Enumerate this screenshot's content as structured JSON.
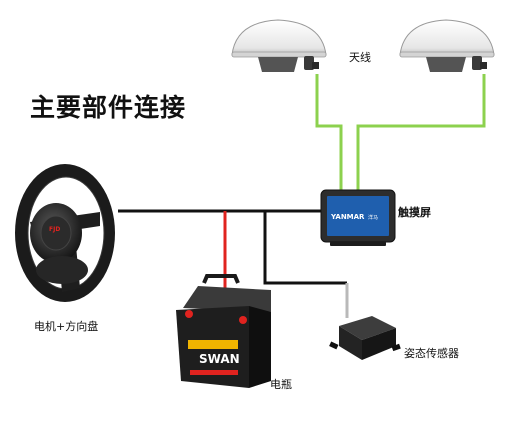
{
  "title": "主要部件连接",
  "labels": {
    "antenna": "天线",
    "touchscreen": "触摸屏",
    "motor_wheel": "电机+方向盘",
    "battery": "电瓶",
    "attitude_sensor": "姿态传感器"
  },
  "device_text": {
    "screen_brand": "YANMAR",
    "screen_brand_cn": "洋马",
    "battery_brand": "SWAN",
    "wheel_logo": "FJD"
  },
  "colors": {
    "gnss_cable": "#8cd14e",
    "power_cable": "#e0231f",
    "signal_cable": "#111111",
    "sensor_cable": "#b9b9b9",
    "screen_display": "#1f5fae"
  }
}
